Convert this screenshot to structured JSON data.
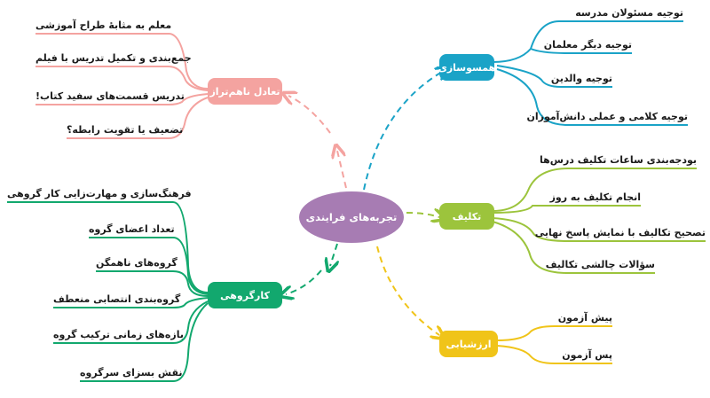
{
  "center": "تجربه‌های فرایندی",
  "colors": {
    "center": "#a77cb3",
    "blue": "#1aa3c7",
    "green_light": "#9cc43c",
    "yellow": "#f0c419",
    "pink": "#f4a3a0",
    "green_dark": "#12a86e"
  },
  "branches": {
    "hamsusazi": {
      "label": "همسوسازی",
      "items": [
        "توجیه مسئولان مدرسه",
        "توجیه دیگر معلمان",
        "توجیه والدین",
        "توجیه کلامی و عملی دانش‌آموزان"
      ]
    },
    "taklif": {
      "label": "تکلیف",
      "items": [
        "بودجه‌بندی ساعات تکلیف درس‌ها",
        "انجام تکلیف به روز",
        "تصحیح تکالیف با نمایش پاسخ نهایی",
        "سؤالات چالشی تکالیف"
      ]
    },
    "arzeshyabi": {
      "label": "ارزشیابی",
      "items": [
        "پیش آزمون",
        "پس آزمون"
      ]
    },
    "tadol": {
      "label": "تعادل ناهم‌تراز",
      "items": [
        "معلم به مثابهٔ طراح آموزشی",
        "جمع‌بندی و تکمیل تدریس با فیلم",
        "تدریس قسمت‌های سفید کتاب!",
        "تضعیف یا تقویت رابطه؟"
      ]
    },
    "kargorouhi": {
      "label": "کارگروهی",
      "items": [
        "فرهنگ‌سازی و مهارت‌زایی کار گروهی",
        "تعداد اعضای گروه",
        "گروه‌های ناهمگن",
        "گروه‌بندی انتصابی منعطف",
        "بازه‌های زمانی ترکیب گروه",
        "نقش بسزای سرگروه"
      ]
    }
  }
}
